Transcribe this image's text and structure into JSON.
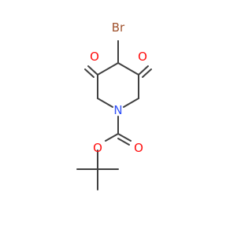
{
  "molecule": {
    "atoms": {
      "bromine": {
        "label": "Br",
        "color": "#a0522d"
      },
      "oxygen_left_ketone": {
        "label": "O",
        "color": "#ff0d0d"
      },
      "oxygen_right_ketone": {
        "label": "O",
        "color": "#ff0d0d"
      },
      "nitrogen": {
        "label": "N",
        "color": "#3050f8"
      },
      "oxygen_ester": {
        "label": "O",
        "color": "#ff0d0d"
      },
      "oxygen_carbonyl": {
        "label": "O",
        "color": "#ff0d0d"
      }
    },
    "bond_color": "#404040"
  }
}
